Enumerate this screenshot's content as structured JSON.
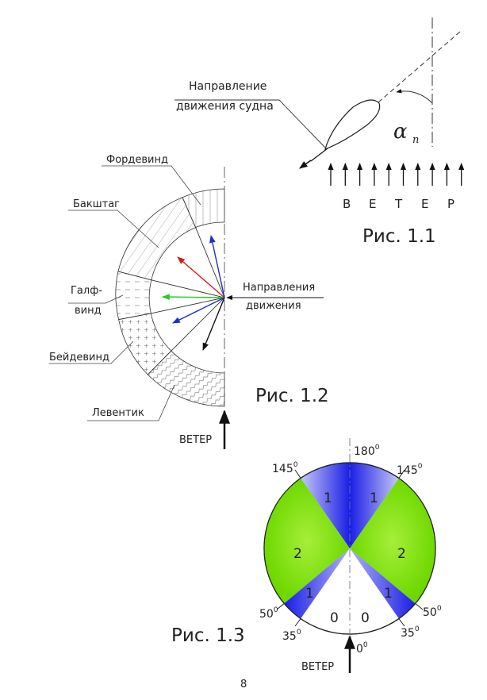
{
  "figure_1_1": {
    "callout": [
      "Направление",
      "движения судна"
    ],
    "angle_symbol": "α",
    "angle_subscript": "n",
    "wind_letters": [
      "В",
      "Е",
      "Т",
      "Е",
      "Р"
    ],
    "caption": "Рис. 1.1"
  },
  "figure_1_2": {
    "courses": [
      {
        "label": "Фордевинд"
      },
      {
        "label": "Бакштаг"
      },
      {
        "label_lines": [
          "Галф-",
          "винд"
        ]
      },
      {
        "label": "Бейдевинд"
      },
      {
        "label": "Левентик"
      }
    ],
    "direction_label": [
      "Направления",
      "движения"
    ],
    "wind_label": "ВЕТЕР",
    "caption": "Рис. 1.2",
    "colors": {
      "red": "#d11f1f",
      "green": "#22cc22",
      "blue": "#1f2fc8",
      "black": "#111111"
    }
  },
  "figure_1_3": {
    "angles": [
      {
        "value": "180",
        "unit": "0"
      },
      {
        "value": "145",
        "unit": "0"
      },
      {
        "value": "145",
        "unit": "0"
      },
      {
        "value": "50",
        "unit": "0"
      },
      {
        "value": "50",
        "unit": "0"
      },
      {
        "value": "35",
        "unit": "0"
      },
      {
        "value": "35",
        "unit": "0"
      },
      {
        "value": "0",
        "unit": "0"
      }
    ],
    "zones": [
      "1",
      "1",
      "2",
      "2",
      "1",
      "1",
      "0",
      "0"
    ],
    "wind_label": "ВЕТЕР",
    "caption": "Рис. 1.3",
    "colors": {
      "blue": "#1a1ee6",
      "green": "#7de000",
      "white": "#ffffff"
    }
  },
  "page_number": "8"
}
